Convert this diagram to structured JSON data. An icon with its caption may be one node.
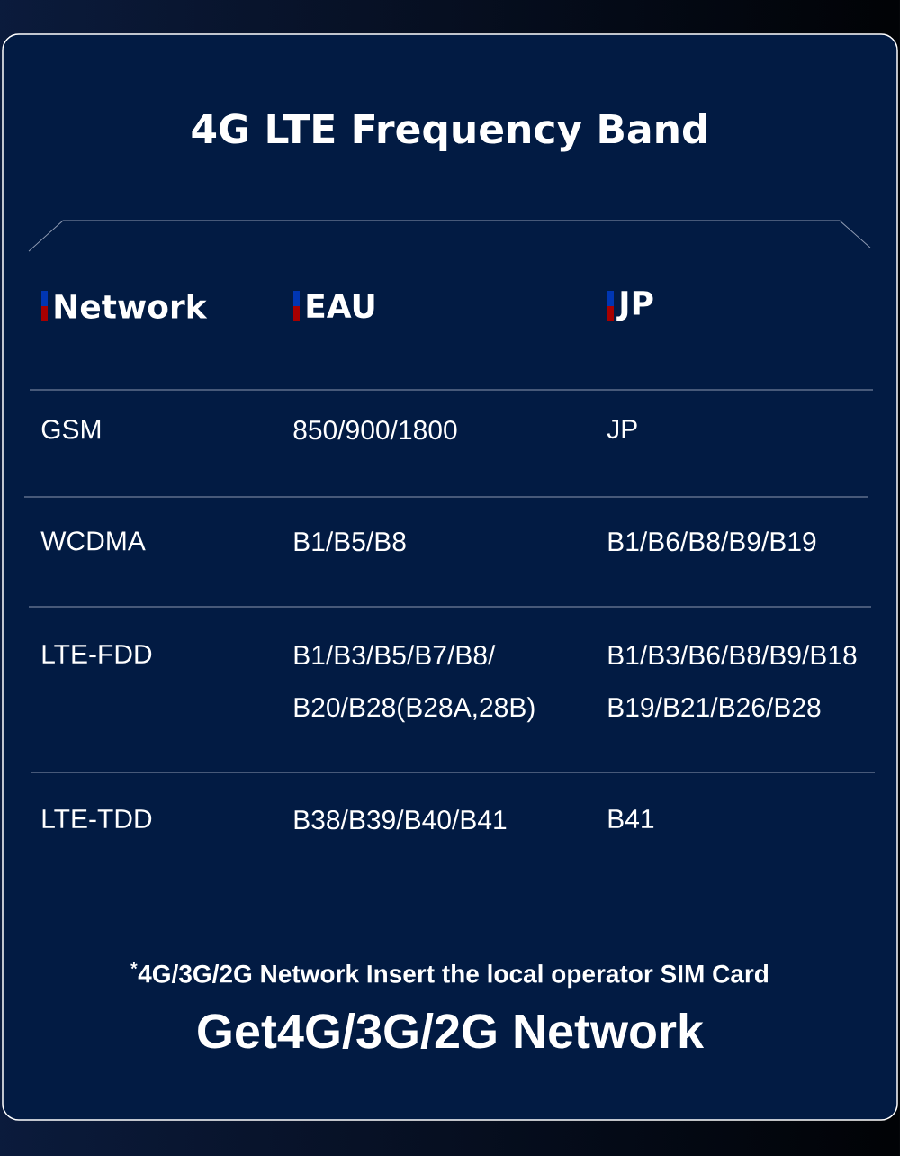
{
  "diagram": {
    "title": "4G LTE Frequency Band",
    "labels": [
      "Network",
      "EAU",
      "JP",
      "GSM",
      "850/900/1800",
      "JP",
      "WCDMA",
      "B1/B5/B8",
      "B1/B6/B8/B9/B19",
      "LTE-FDD",
      "B1/B3/B5/B7/B8/ B20/B28(B28A,28B)",
      "B1/B3/B6/B8/B9/B18 B19/B21/B26/B28",
      "LTE-TDD",
      "B38/B39/B40/B41",
      "B41",
      "$^{*}$4G/3G/2G Network Insert the local operator SIM Card",
      "Get4G/3G/2G Network"
    ]
  }
}
